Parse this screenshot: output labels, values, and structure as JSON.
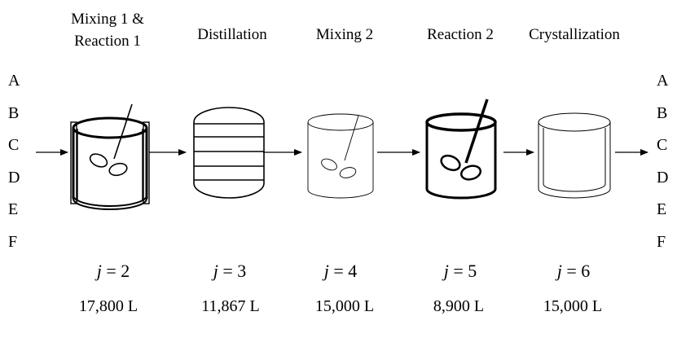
{
  "stages": [
    {
      "name_line1": "Mixing 1 &",
      "name_line2": "Reaction 1",
      "j_var": "j",
      "j_value": "= 2",
      "volume": "17,800 L"
    },
    {
      "name_line1": "Distillation",
      "name_line2": "",
      "j_var": "j",
      "j_value": "= 3",
      "volume": "11,867 L"
    },
    {
      "name_line1": "Mixing 2",
      "name_line2": "",
      "j_var": "j",
      "j_value": "= 4",
      "volume": "15,000 L"
    },
    {
      "name_line1": "Reaction 2",
      "name_line2": "",
      "j_var": "j",
      "j_value": "= 5",
      "volume": "8,900 L"
    },
    {
      "name_line1": "Crystallization",
      "name_line2": "",
      "j_var": "j",
      "j_value": "= 6",
      "volume": "15,000 L"
    }
  ],
  "inputs": [
    "A",
    "B",
    "C",
    "D",
    "E",
    "F"
  ],
  "outputs": [
    "A",
    "B",
    "C",
    "D",
    "E",
    "F"
  ]
}
